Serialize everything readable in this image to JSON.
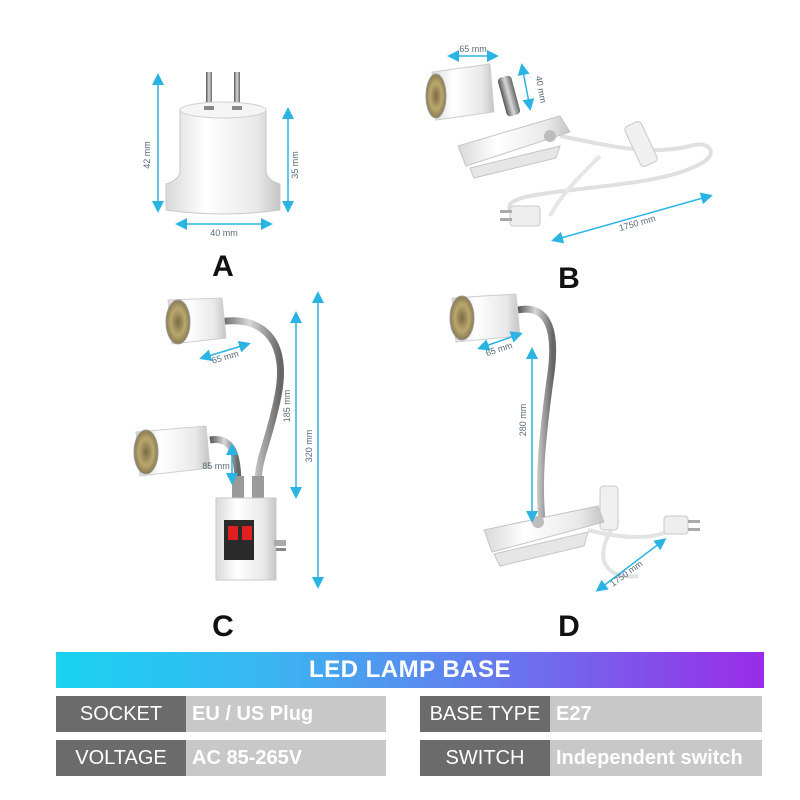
{
  "panels": {
    "a": {
      "letter": "A",
      "dim_height": "42 mm",
      "dim_base_height": "35 mm",
      "dim_width": "40 mm"
    },
    "b": {
      "letter": "B",
      "dim_width": "65 mm",
      "dim_height": "40 mm",
      "dim_cord": "1750 mm"
    },
    "c": {
      "letter": "C",
      "dim_socket": "65 mm",
      "dim_lower": "85 mm",
      "dim_upper": "185 mm",
      "dim_total": "320 mm"
    },
    "d": {
      "letter": "D",
      "dim_socket": "65 mm",
      "dim_neck": "280 mm",
      "dim_cord": "1750 mm"
    }
  },
  "banner": {
    "title": "LED LAMP BASE"
  },
  "specs": [
    {
      "label": "SOCKET",
      "value": "EU / US Plug"
    },
    {
      "label": "BASE TYPE",
      "value": "E27"
    },
    {
      "label": "VOLTAGE",
      "value": "AC 85-265V"
    },
    {
      "label": "SWITCH",
      "value": "Independent switch"
    }
  ],
  "colors": {
    "dimension_line": "#2bb4e3",
    "banner_start": "#19d3f0",
    "banner_end": "#9a2ce8",
    "label_bg": "#6b6b6b",
    "value_bg": "#c8c8c8",
    "switch_red": "#e02020"
  }
}
